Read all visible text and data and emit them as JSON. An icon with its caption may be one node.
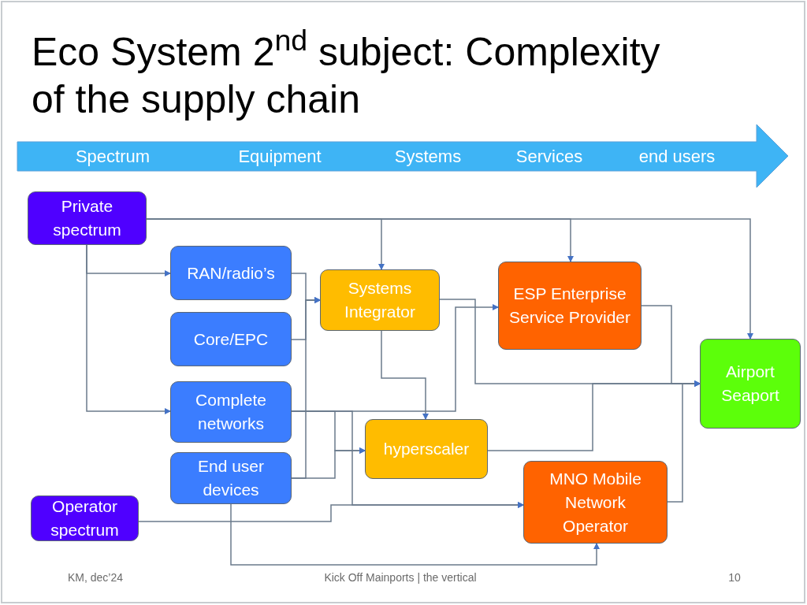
{
  "diagram": {
    "title": "Eco System 2$^{nd}$ subject: Complexity of the supply chain",
    "nodes": [
      {
        "text": [
          "Private spectrum"
        ]
      },
      {
        "text": [
          "RAN/radio’s"
        ]
      },
      {
        "text": [
          "Systems Integrator"
        ]
      },
      {
        "text": [
          "ESP Enterprise Service Provider"
        ]
      },
      {
        "text": [
          "Core/EPC"
        ]
      },
      {
        "text": [
          "Airport Seaport"
        ]
      },
      {
        "text": [
          "Complete networks"
        ]
      },
      {
        "text": [
          "hyperscaler"
        ]
      },
      {
        "text": [
          "End user devices"
        ]
      },
      {
        "text": [
          "MNO Mobile Network Operator"
        ]
      },
      {
        "text": [
          "Operator spectrum"
        ]
      }
    ],
    "edges": [
      {
        "from": 0,
        "to": 2,
        "arrow": "to"
      },
      {
        "from": 0,
        "to": 3,
        "arrow": "to"
      },
      {
        "from": 0,
        "to": 5,
        "arrow": "to"
      },
      {
        "from": 0,
        "to": 1,
        "arrow": "to"
      },
      {
        "from": 0,
        "to": 6,
        "arrow": "to"
      },
      {
        "from": 1,
        "to": 2,
        "arrow": "to"
      },
      {
        "from": 4,
        "to": 2,
        "arrow": "to"
      },
      {
        "from": 8,
        "to": 2,
        "arrow": "to"
      },
      {
        "from": 6,
        "to": 3,
        "arrow": "to"
      },
      {
        "from": 6,
        "to": 7,
        "arrow": "to"
      },
      {
        "from": 8,
        "to": 7,
        "arrow": "to"
      },
      {
        "from": 6,
        "to": 9,
        "arrow": "to"
      },
      {
        "from": 10,
        "to": 9,
        "arrow": "to"
      },
      {
        "from": 8,
        "to": 9,
        "arrow": "to"
      },
      {
        "from": 2,
        "to": 7,
        "arrow": "to"
      },
      {
        "from": 2,
        "to": 5,
        "arrow": "to"
      },
      {
        "from": 3,
        "to": 5,
        "arrow": "to"
      },
      {
        "from": 7,
        "to": 5,
        "arrow": "to"
      },
      {
        "from": 9,
        "to": 5,
        "arrow": "to"
      }
    ],
    "labels": [
      "Spectrum",
      "Equipment",
      "Systems",
      "Services",
      "end users",
      "KM, dec’24",
      "Kick Off Mainports | the vertical",
      "10"
    ]
  }
}
